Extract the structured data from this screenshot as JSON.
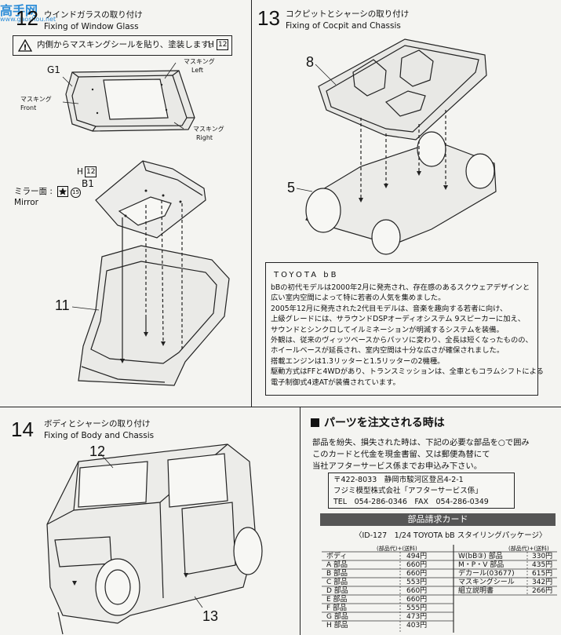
{
  "watermark": {
    "main": "高手网",
    "sub": "www.gaoshou.net"
  },
  "step12": {
    "number": "12",
    "title_jp": "ウインドガラスの取り付け",
    "title_en": "Fixing of Window Glass",
    "warning_text": "内側からマスキングシールを貼り、塗装します。",
    "warning_ref": "H",
    "warning_ref_num": "12",
    "part_g1": "G1",
    "mask_left_jp": "マスキング",
    "mask_left_en": "Left",
    "mask_front_jp": "マスキング",
    "mask_front_en": "Front",
    "mask_right_jp": "マスキング",
    "mask_right_en": "Right",
    "ref_h": "H",
    "ref_h_num": "12",
    "part_b1": "B1",
    "mirror_jp": "ミラー面 :",
    "mirror_en": "Mirror",
    "mirror_code": "15",
    "part_11": "11"
  },
  "step13": {
    "number": "13",
    "title_jp": "コクピットとシャーシの取り付け",
    "title_en": "Fixing of Cocpit and Chassis",
    "part_8": "8",
    "part_5": "5"
  },
  "description": {
    "heading": "TOYOTA bB",
    "lines": [
      "bBの初代モデルは2000年2月に発売され、存在感のあるスクウェアデザインと",
      "広い室内空間によって特に若者の人気を集めました。",
      "2005年12月に発売された2代目モデルは、音楽を趣向する若者に向け、",
      "上級グレードには、サラウンドDSPオーディオシステム 9スピーカーに加え、",
      "サウンドとシンクロしてイルミネーションが明滅するシステムを装備。",
      "外観は、従来のヴィッツベースからパッソに変わり、全長は短くなったものの、",
      "ホイールベースが延長され、室内空間は十分な広さが確保されました。",
      "搭載エンジンは1.3リッターと1.5リッターの2機種。",
      "駆動方式はFFと4WDがあり、トランスミッションは、全車ともコラムシフトによる",
      "電子制御式4速ATが装備されています。"
    ]
  },
  "step14": {
    "number": "14",
    "title_jp": "ボディとシャーシの取り付け",
    "title_en": "Fixing of Body and Chassis",
    "part_12": "12",
    "part_13": "13"
  },
  "order": {
    "heading": "パーツを注文される時は",
    "body_lines": [
      "部品を紛失、損失された時は、下記の必要な部品を○で囲み",
      "このカードと代金を現金書留、又は郵便為替にて",
      "当社アフターサービス係までお申込み下さい。"
    ],
    "addr_lines": [
      "〒422-8033　静岡市駿河区登呂4-2-1",
      "フジミ模型株式会社「アフターサービス係」",
      "TEL　054-286-0346　FAX　054-286-0349"
    ]
  },
  "card": {
    "title": "部品請求カード",
    "subtitle": "〈ID-127　1/24 TOYOTA bB スタイリングパッケージ〉",
    "col_header_left": "(部品代)+(送料)",
    "col_header_right": "(部品代)+(送料)",
    "left_rows": [
      {
        "name": "ボディ",
        "price": "494円"
      },
      {
        "name": "A 部品",
        "price": "660円"
      },
      {
        "name": "B 部品",
        "price": "660円"
      },
      {
        "name": "C 部品",
        "price": "553円"
      },
      {
        "name": "D 部品",
        "price": "660円"
      },
      {
        "name": "E 部品",
        "price": "660円"
      },
      {
        "name": "F 部品",
        "price": "555円"
      },
      {
        "name": "G 部品",
        "price": "473円"
      },
      {
        "name": "H 部品",
        "price": "403円"
      }
    ],
    "right_rows": [
      {
        "name": "W(bB③) 部品",
        "price": "330円"
      },
      {
        "name": "M・P・V 部品",
        "price": "435円"
      },
      {
        "name": "デカール(03677)",
        "price": "615円"
      },
      {
        "name": "マスキングシール",
        "price": "342円"
      },
      {
        "name": "組立説明書",
        "price": "266円"
      }
    ]
  }
}
